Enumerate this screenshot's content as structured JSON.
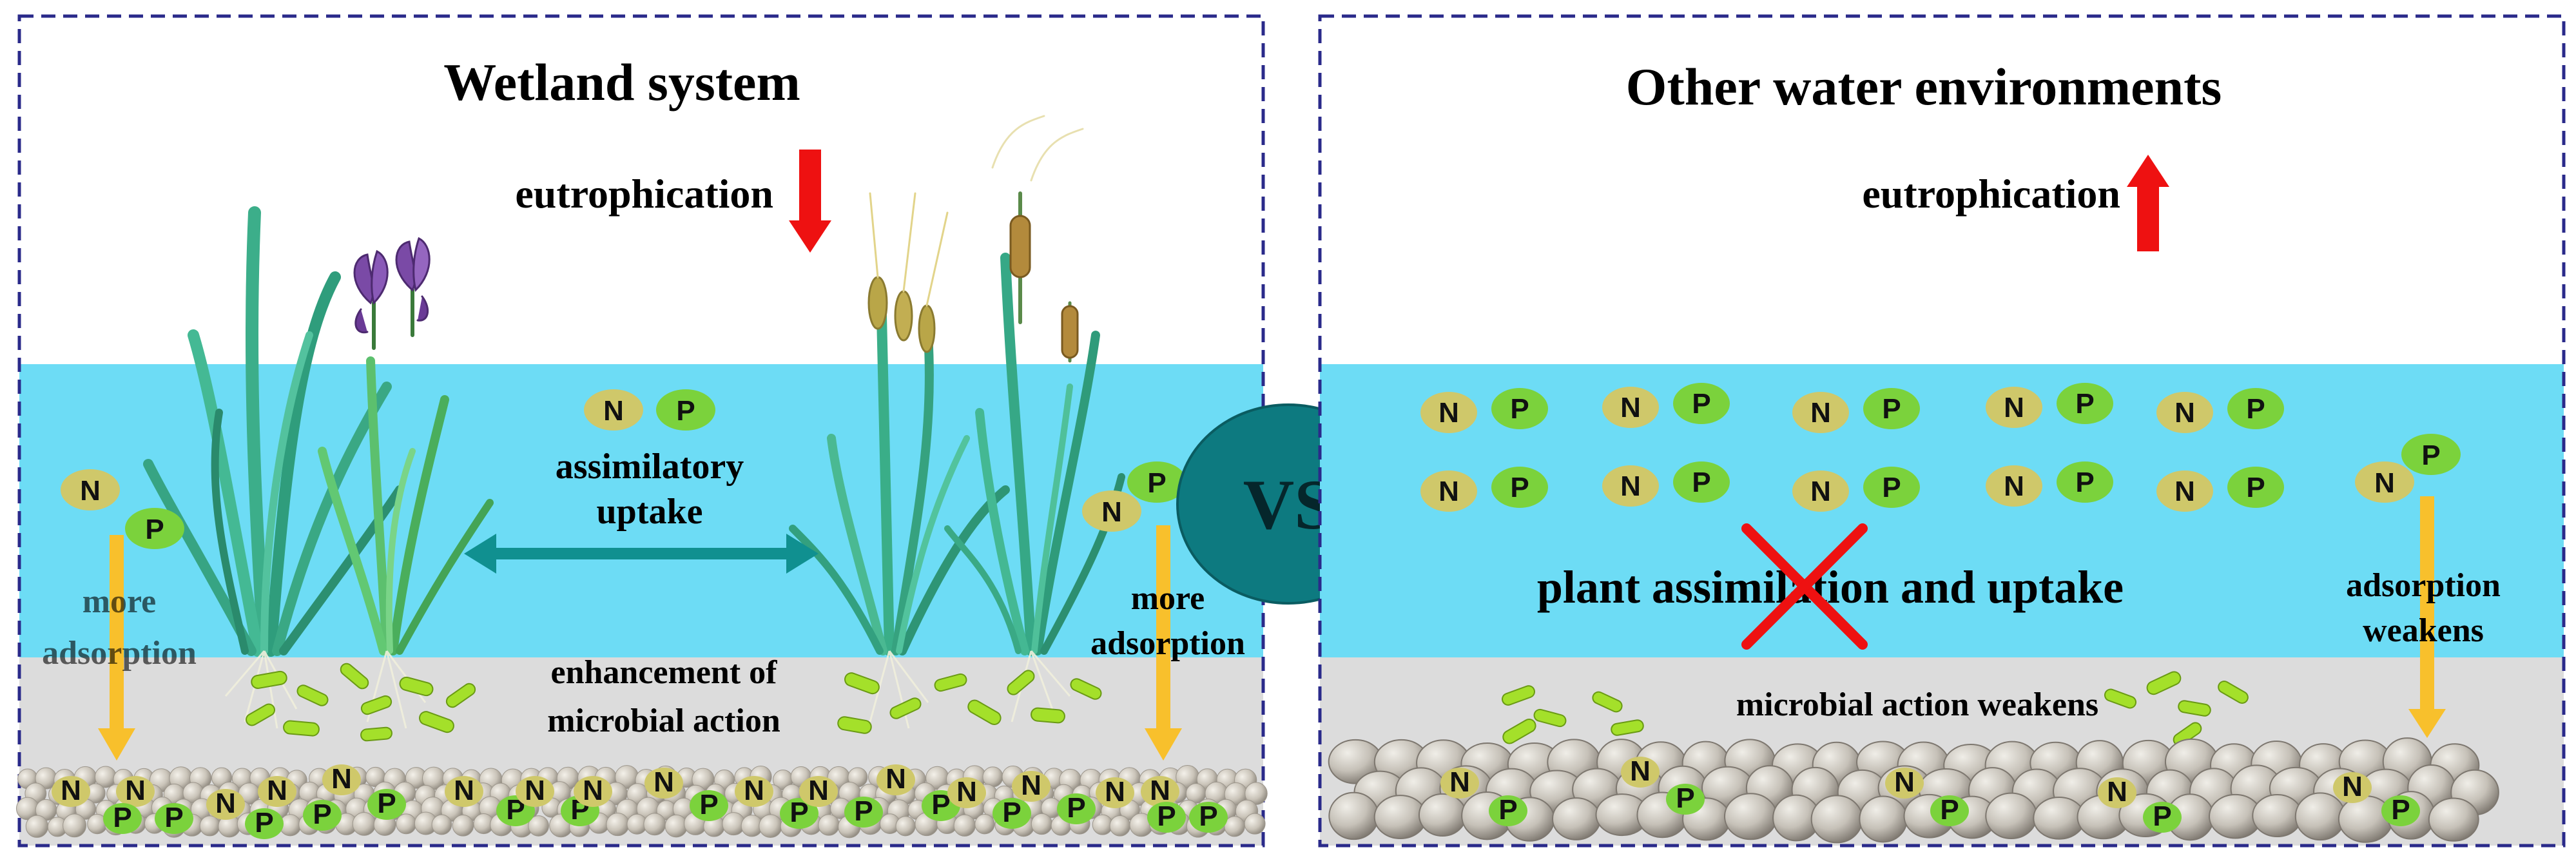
{
  "left_panel": {
    "title": "Wetland system",
    "eutrophication_label": "eutrophication",
    "eutrophication_direction": "down",
    "uptake_label_line1": "assimilatory",
    "uptake_label_line2": "uptake",
    "adsorption_left_line1": "more",
    "adsorption_left_line2": "adsorption",
    "adsorption_right_line1": "more",
    "adsorption_right_line2": "adsorption",
    "microbial_line1": "enhancement of",
    "microbial_line2": "microbial action"
  },
  "right_panel": {
    "title": "Other water environments",
    "eutrophication_label": "eutrophication",
    "eutrophication_direction": "up",
    "plant_label": "plant assimilation and uptake",
    "adsorption_line1": "adsorption",
    "adsorption_line2": "weakens",
    "microbial_label": "microbial action weakens"
  },
  "vs_label": "VS",
  "nutrients": {
    "n": "N",
    "p": "P"
  },
  "colors": {
    "water": "#6ddcf5",
    "sediment": "#dcdcdc",
    "n_particle": "#cfc86a",
    "p_particle": "#7bd23c",
    "microbe": "#a4e02a",
    "arrow_eutro": "#ee1111",
    "arrow_uptake": "#109090",
    "arrow_adsorb": "#f8c02c",
    "vs_circle": "#0d7a80",
    "cross": "#ee1111",
    "frame": "#2a2a8a"
  },
  "icons": [
    "reed-plant-icon",
    "iris-plant-icon",
    "wheat-plant-icon",
    "cattail-plant-icon",
    "microbe-icon",
    "sediment-pebble-icon",
    "red-cross-icon"
  ]
}
